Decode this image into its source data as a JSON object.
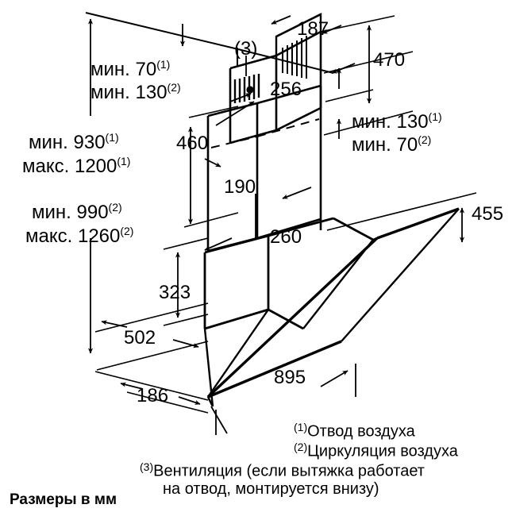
{
  "drawing": {
    "title_note": "Размеры в мм",
    "units": "мм",
    "product": "вытяжка"
  },
  "dimensions": {
    "min70_1": {
      "prefix": "мин.",
      "value": "70",
      "ref": "(1)"
    },
    "min130_2": {
      "prefix": "мин.",
      "value": "130",
      "ref": "(2)"
    },
    "min930_1": {
      "prefix": "мин.",
      "value": "930",
      "ref": "(1)"
    },
    "max1200_1": {
      "prefix": "макс.",
      "value": "1200",
      "ref": "(1)"
    },
    "min990_2": {
      "prefix": "мин.",
      "value": "990",
      "ref": "(2)"
    },
    "max1260_2": {
      "prefix": "макс.",
      "value": "1260",
      "ref": "(2)"
    },
    "min130_1": {
      "prefix": "мин.",
      "value": "130",
      "ref": "(1)"
    },
    "min70_2": {
      "prefix": "мин.",
      "value": "70",
      "ref": "(2)"
    },
    "d187": "187",
    "d470": "470",
    "d256": "256",
    "d460": "460",
    "d190": "190",
    "d260": "260",
    "d455": "455",
    "d323": "323",
    "d502": "502",
    "d186": "186",
    "d895": "895",
    "marker3": "(3)"
  },
  "legend": [
    {
      "ref": "(1)",
      "text": "Отвод воздуха"
    },
    {
      "ref": "(2)",
      "text": "Циркуляция воздуха"
    },
    {
      "ref": "(3)",
      "text": "Вентиляция (если вытяжка работает",
      "text_line2": "на отвод, монтируется внизу)"
    }
  ],
  "colors": {
    "line": "#000000",
    "background": "#ffffff"
  }
}
